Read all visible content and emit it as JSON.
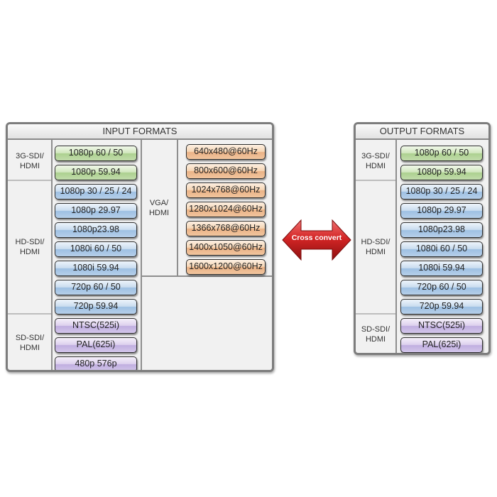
{
  "input": {
    "title": "INPUT FORMATS",
    "groups": [
      "3G-SDI/\nHDMI",
      "HD-SDI/\nHDMI",
      "SD-SDI/\nHDMI",
      "VGA/\nHDMI"
    ],
    "sdi_3g": [
      "1080p 60 / 50",
      "1080p 59.94"
    ],
    "hd_sdi": [
      "1080p 30 / 25 / 24",
      "1080p 29.97",
      "1080p23.98",
      "1080i 60 / 50",
      "1080i 59.94",
      "720p 60 / 50",
      "720p 59.94"
    ],
    "sd_sdi": [
      "NTSC(525i)",
      "PAL(625i)",
      "480p  576p"
    ],
    "vga": [
      "640x480@60Hz",
      "800x600@60Hz",
      "1024x768@60Hz",
      "1280x1024@60Hz",
      "1366x768@60Hz",
      "1400x1050@60Hz",
      "1600x1200@60Hz"
    ]
  },
  "arrow": {
    "label": "Cross convert",
    "color": "#c41e1e"
  },
  "output": {
    "title": "OUTPUT FORMATS",
    "groups": [
      "3G-SDI/\nHDMI",
      "HD-SDI/\nHDMI",
      "SD-SDI/\nHDMI"
    ],
    "sdi_3g": [
      "1080p 60 / 50",
      "1080p 59.94"
    ],
    "hd_sdi": [
      "1080p 30 / 25 / 24",
      "1080p 29.97",
      "1080p23.98",
      "1080i 60 / 50",
      "1080i 59.94",
      "720p 60 / 50",
      "720p 59.94"
    ],
    "sd_sdi": [
      "NTSC(525i)",
      "PAL(625i)"
    ]
  },
  "colors": {
    "3g": "#acd08f",
    "hd": "#9ec0e3",
    "sd": "#c0aee0",
    "vga": "#eab286"
  }
}
